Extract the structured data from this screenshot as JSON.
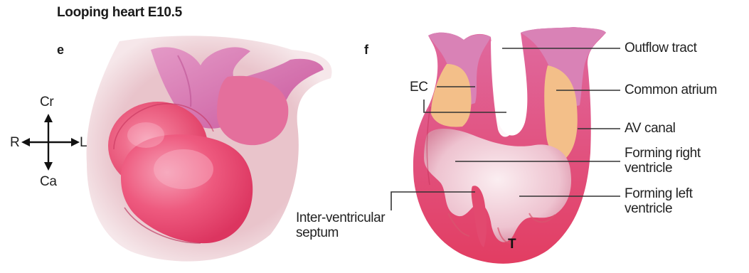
{
  "title": "Looping heart E10.5",
  "panels": {
    "e": "e",
    "f": "f"
  },
  "axes": {
    "cranial": "Cr",
    "caudal": "Ca",
    "right": "R",
    "left": "L"
  },
  "labels": {
    "ec": "EC",
    "outflow_tract": "Outflow tract",
    "common_atrium": "Common atrium",
    "av_canal": "AV canal",
    "forming_right_ventricle_line1": "Forming right",
    "forming_right_ventricle_line2": "ventricle",
    "forming_left_ventricle_line1": "Forming left",
    "forming_left_ventricle_line2": "ventricle",
    "inter_ventricular_septum_line1": "Inter-ventricular",
    "inter_ventricular_septum_line2": "septum",
    "trabeculae": "T"
  },
  "colors": {
    "heart_pink": "#ee4e78",
    "heart_light": "#f27aa0",
    "outflow_mauve": "#d26aa8",
    "endocardial_cushion": "#f5c08a",
    "inner_cavity": "#f3dde3",
    "halo": "#e9c9cf",
    "leader_line": "#333333"
  }
}
